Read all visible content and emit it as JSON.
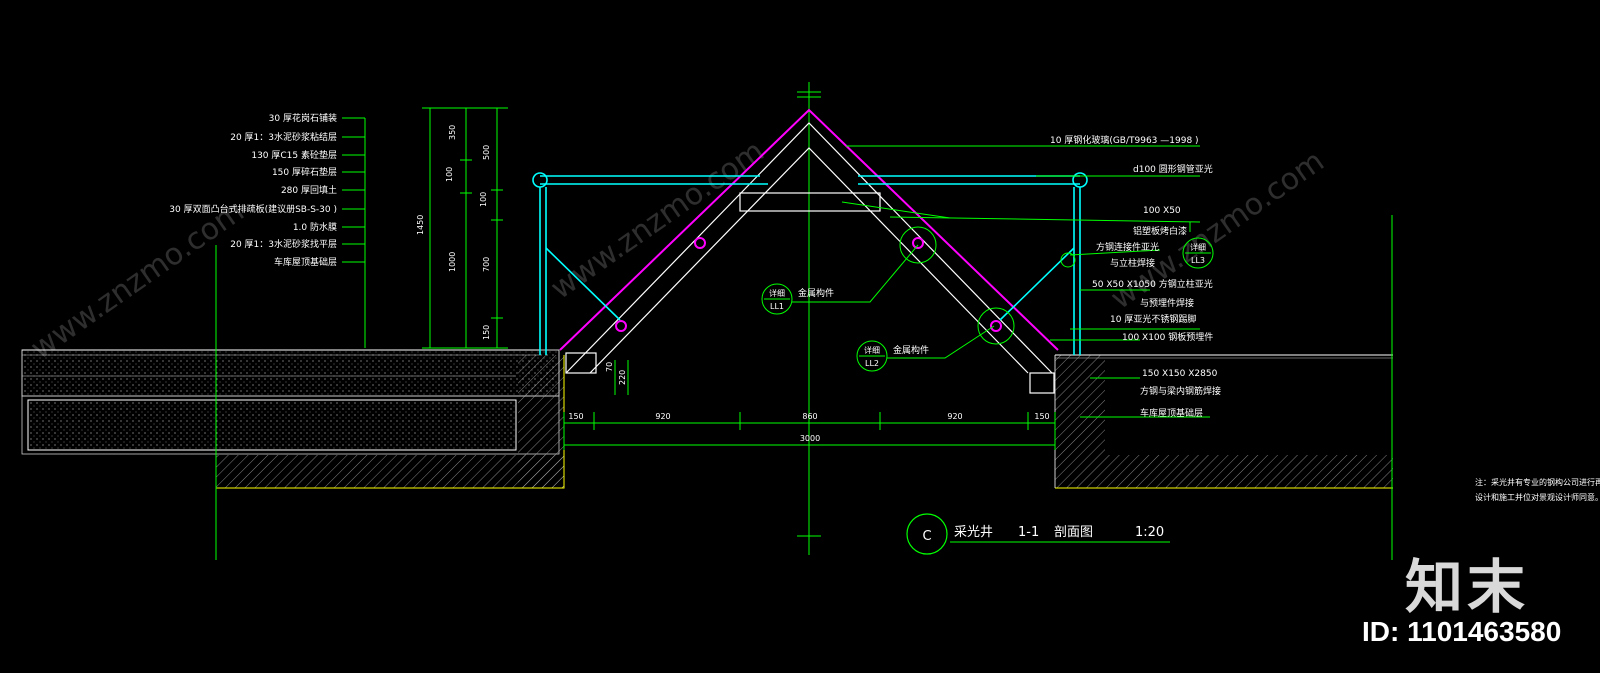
{
  "colors": {
    "background": "#000000",
    "structure_green": "#00ff00",
    "glass_magenta": "#ff00ff",
    "rail_cyan": "#00ffff",
    "soil_yellow": "#ffff00",
    "text_white": "#ffffff"
  },
  "left_layers": [
    "30 厚花岗石铺装",
    "20 厚1：3水泥砂浆粘结层",
    "130 厚C15 素砼垫层",
    "150 厚碎石垫层",
    "280 厚回填土",
    "30 厚双面凸台式排疏板(建议册SB-S-30     )",
    "1.0 防水膜",
    "20 厚1：3水泥砂浆找平层",
    "车库屋顶基础层"
  ],
  "left_dims": [
    "350",
    "100",
    "1000",
    "500",
    "100",
    "700",
    "150",
    "1450"
  ],
  "right_labels": [
    "10 厚钢化玻璃(GB/T9963   —1998  )",
    "d100  圆形钢管亚光",
    "100  X50",
    "铝塑板烤白漆",
    "方钢连接件亚光",
    "与立柱焊接",
    "50  X50  X1050   方钢立柱亚光",
    "与预埋件焊接",
    "10  厚亚光不锈钢踢脚",
    "100  X100   钢板预埋件",
    "150   X150   X2850",
    "方钢与梁内钢筋焊接",
    "车库屋顶基础层"
  ],
  "callouts": [
    {
      "label": "金属构件",
      "code_top": "详细",
      "code_bottom": "LL1"
    },
    {
      "label": "金属构件",
      "code_top": "详细",
      "code_bottom": "LL2"
    },
    {
      "label": "",
      "code_top": "详细",
      "code_bottom": "LL3"
    }
  ],
  "bottom_dims": [
    "150",
    "920",
    "860",
    "920",
    "150",
    "3000"
  ],
  "small_dims": [
    "70",
    "220"
  ],
  "section_title": {
    "symbol": "C",
    "name": "采光井",
    "number": "1-1",
    "kind": "剖面图",
    "scale": "1:20"
  },
  "note": [
    "注：采光井有专业的钢构公司进行再",
    "设计和施工并位对景观设计师同意。"
  ],
  "watermark": {
    "logo": "知末",
    "id": "ID: 1101463580",
    "diagonal": "www.znzmo.com"
  }
}
